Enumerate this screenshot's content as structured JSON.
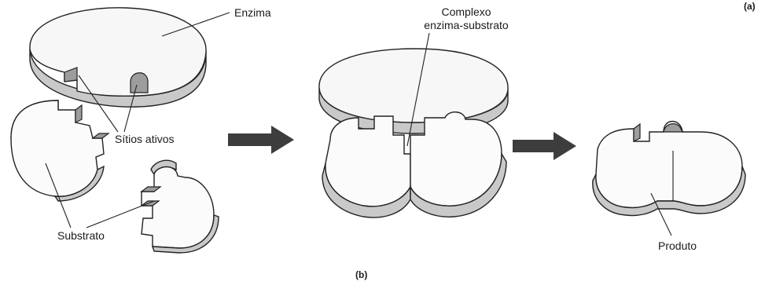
{
  "panel_tags": {
    "a": "(a)",
    "b": "(b)"
  },
  "labels": {
    "enzyme": "Enzima",
    "active_sites": "Sítios ativos",
    "substrate": "Substrato",
    "complex_line1": "Complexo",
    "complex_line2": "enzima-substrato",
    "product": "Produto"
  },
  "colors": {
    "outline": "#222222",
    "top_face": "#f7f7f7",
    "side_face": "#c9c9c9",
    "arrow": "#3d3d3d"
  }
}
